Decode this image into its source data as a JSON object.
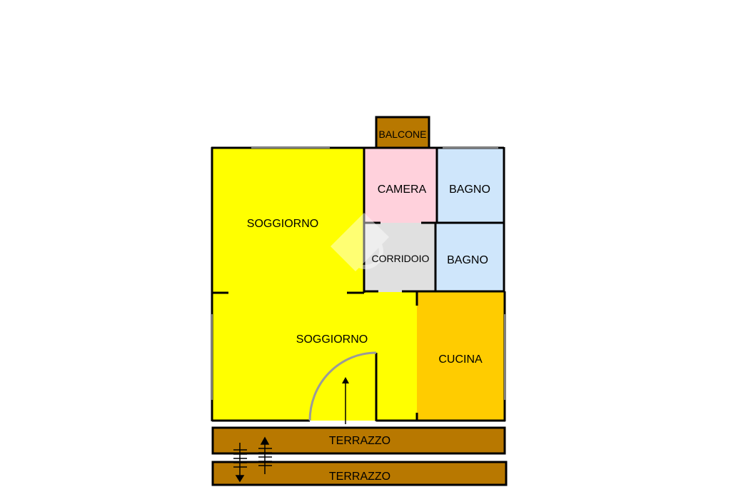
{
  "rooms": {
    "balcone": {
      "label": "BALCONE",
      "color": "#b87800"
    },
    "soggiorno_upper": {
      "label": "SOGGIORNO",
      "color": "#ffff00"
    },
    "soggiorno_lower": {
      "label": "SOGGIORNO",
      "color": "#ffff00"
    },
    "camera": {
      "label": "CAMERA",
      "color": "#ffd1dc"
    },
    "bagno_upper": {
      "label": "BAGNO",
      "color": "#cfe6fb"
    },
    "corridoio": {
      "label": "CORRIDOIO",
      "color": "#e0e0e0"
    },
    "bagno_lower": {
      "label": "BAGNO",
      "color": "#cfe6fb"
    },
    "cucina": {
      "label": "CUCINA",
      "color": "#ffcc00"
    },
    "terrazzo_upper": {
      "label": "TERRAZZO",
      "color": "#b87800"
    },
    "terrazzo_lower": {
      "label": "TERRAZZO",
      "color": "#b87800"
    }
  },
  "colors": {
    "wall": "#000000",
    "door_arc": "#9a9a9a",
    "watermark": "#ffffff"
  }
}
